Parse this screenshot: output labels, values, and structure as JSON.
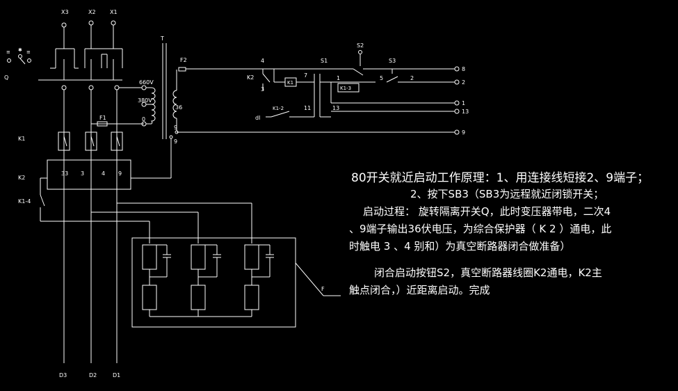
{
  "terminals_top": {
    "x3": "X3",
    "x2": "X2",
    "x1": "X1"
  },
  "terminals_bottom": {
    "d3": "D3",
    "d2": "D2",
    "d1": "D1"
  },
  "components": {
    "q": "Q",
    "k1": "K1",
    "k2_module": "K2",
    "k1_4": "K1-4",
    "t": "T",
    "f1": "F1",
    "f2": "F2",
    "v660": "660V",
    "v380": "380V",
    "v0": "0",
    "coil36": "36",
    "t9a": "9",
    "t9b": "9",
    "k2_coil": "K2",
    "k1_coil": "K1",
    "k1_2": "K1-2",
    "k1_3": "K1-3",
    "s1": "S1",
    "s2": "S2",
    "s3": "S3",
    "ground": "dl",
    "n4": "4",
    "n3": "3",
    "n7": "7",
    "n1": "1",
    "n5": "5",
    "n2": "2",
    "n11": "11",
    "n13": "13",
    "f_box": "F",
    "module_33": "33",
    "module_3": "3",
    "module_4": "4",
    "module_9": "9"
  },
  "right_terminals": [
    "8",
    "2",
    "1",
    "13",
    "9"
  ],
  "switch_marks": {
    "left": "≡",
    "mid": "✱",
    "right": "≡"
  },
  "notes": [
    "80开关就近启动工作原理：1、用连接线短接2、9端子；",
    "2、按下SB3（SB3为远程就近闭锁开关；",
    "启动过程：  旋转隔离开关Q，此时变压器带电，二次4",
    "、9端子输出36伏电压，为综合保护器（ K 2 ）通电，此",
    "时触电 3 、4 别和）为真空断路器闭合做准备）",
    "闭合启动按钮S2，真空断路器线圈K2通电，K2主",
    "触点闭合，）近距离启动。完成"
  ]
}
